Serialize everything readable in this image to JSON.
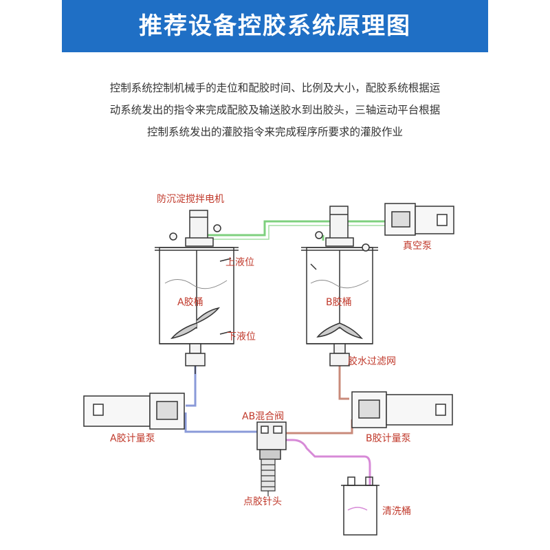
{
  "title": "推荐设备控胶系统原理图",
  "description": [
    "控制系统控制机械手的走位和配胶时间、比例及大小，配胶系统根据运",
    "动系统发出的指令来完成配胶及输送胶水到出胶头，三轴运动平台根据",
    "控制系统发出的灌胶指令来完成程序所要求的灌胶作业"
  ],
  "labels": {
    "stirring_motor": "防沉淀搅拌电机",
    "vacuum_pump": "真空泵",
    "upper_level": "上液位",
    "lower_level": "下液位",
    "tank_a": "A胶桶",
    "tank_b": "B胶桶",
    "filter": "胶水过滤网",
    "mixing_valve": "AB混合阀",
    "meter_pump_a": "A胶计量泵",
    "meter_pump_b": "B胶计量泵",
    "nozzle": "点胶针头",
    "cleaning_bucket": "清洗桶"
  },
  "colors": {
    "title_bar": "#1f6fc5",
    "label_text": "#c0392b",
    "vacuum_line": "#7ed07e",
    "a_line": "#8a9ad8",
    "b_line": "#c98a7a",
    "clean_line": "#d78ad7"
  }
}
